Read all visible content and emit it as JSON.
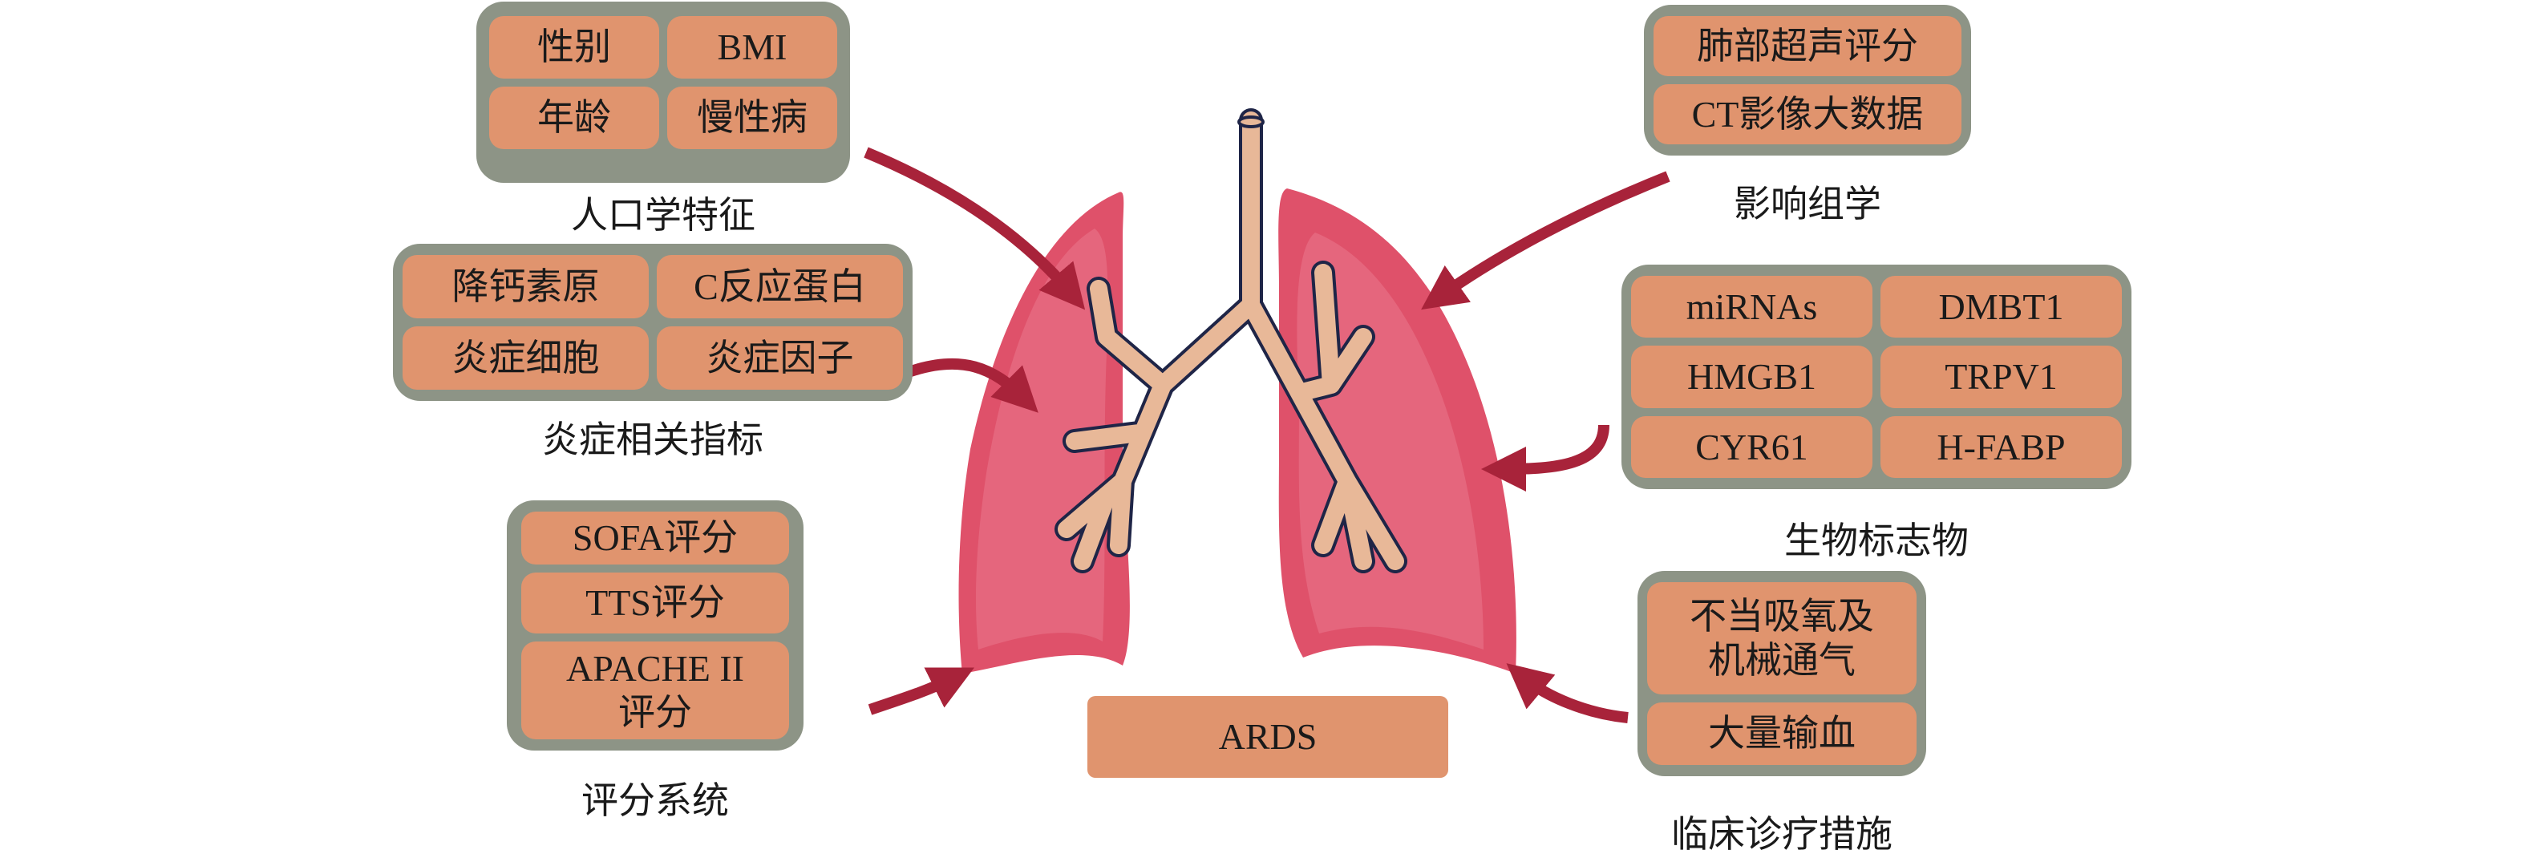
{
  "center": {
    "label": "ARDS"
  },
  "groups": {
    "demographics": {
      "title": "人口学特征",
      "items": [
        "性别",
        "BMI",
        "年龄",
        "慢性病"
      ]
    },
    "inflammation": {
      "title": "炎症相关指标",
      "items": [
        "降钙素原",
        "C反应蛋白",
        "炎症细胞",
        "炎症因子"
      ]
    },
    "scoring": {
      "title": "评分系统",
      "items": [
        "SOFA评分",
        "TTS评分",
        "APACHE II\n评分"
      ]
    },
    "radiomics": {
      "title": "影响组学",
      "items": [
        "肺部超声评分",
        "CT影像大数据"
      ]
    },
    "biomarkers": {
      "title": "生物标志物",
      "items": [
        "miRNAs",
        "DMBT1",
        "HMGB1",
        "TRPV1",
        "CYR61",
        "H-FABP"
      ]
    },
    "clinical": {
      "title": "临床诊疗措施",
      "items": [
        "不当吸氧及\n机械通气",
        "大量输血"
      ]
    }
  },
  "colors": {
    "box": "#8d9486",
    "cell": "#e0946e",
    "arrow": "#a8233a",
    "lung_outer": "#df516a",
    "lung_inner": "#e5667d",
    "airway": "#e8b898"
  }
}
